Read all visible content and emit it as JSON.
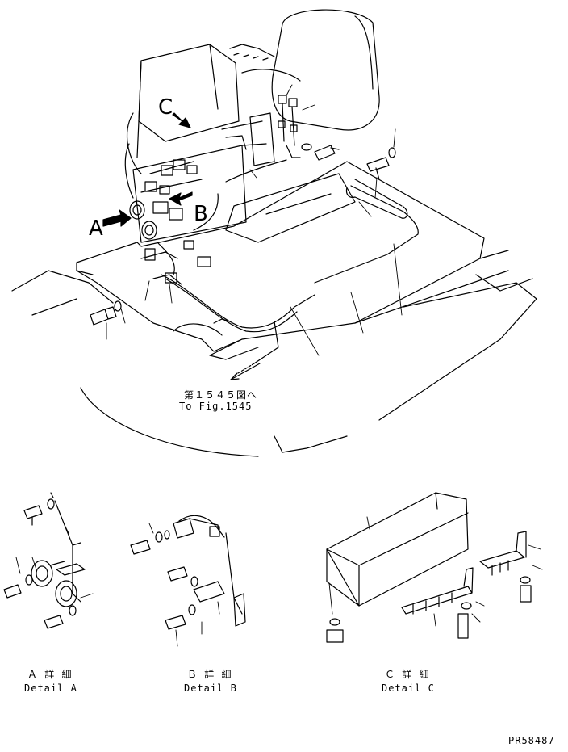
{
  "callouts": {
    "a": "A",
    "b": "B",
    "c": "C"
  },
  "reference": {
    "jp": "第１５４５図へ",
    "en": "To Fig.1545"
  },
  "details": [
    {
      "jp": "Ａ 詳 細",
      "en": "Detail A"
    },
    {
      "jp": "Ｂ 詳 細",
      "en": "Detail B"
    },
    {
      "jp": "Ｃ 詳 細",
      "en": "Detail C"
    }
  ],
  "drawing_number": "PR58487"
}
